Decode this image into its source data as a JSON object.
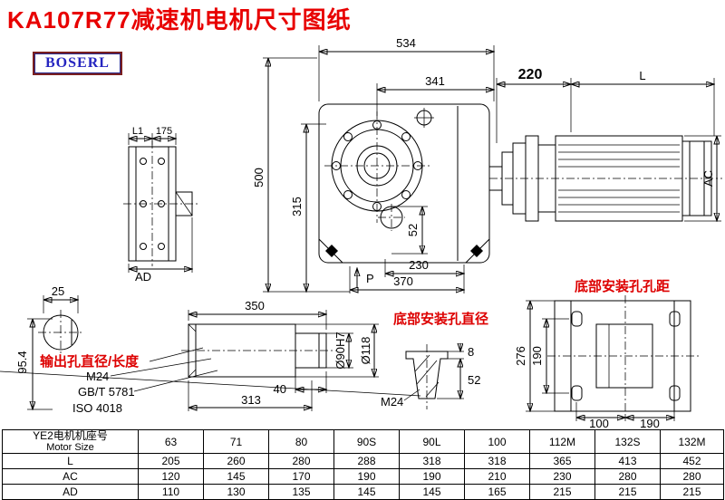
{
  "title": "KA107R77减速机电机尺寸图纸",
  "logo": "BOSERL",
  "labels": {
    "p": "P",
    "output_hole": "输出孔直径/长度",
    "m24_output": "M24",
    "std_gb": "GB/T 5781",
    "std_iso": "ISO 4018",
    "bottom_hole_dia": "底部安装孔直径",
    "m24_bottom": "M24",
    "bottom_hole_spacing": "底部安装孔孔距"
  },
  "dims": {
    "main": {
      "overall_w": "534",
      "flange_w": "341",
      "overall_h": "500",
      "center_h": "315",
      "inner": "52",
      "base_w1": "230",
      "base_w2": "370"
    },
    "motor": {
      "front": "220",
      "length": "L",
      "diameter": "AC"
    },
    "side_view": {
      "l1": "L1",
      "w175": "175",
      "ad": "AD"
    },
    "shaft_end": {
      "key_w": "25",
      "len": "95.4"
    },
    "shaft": {
      "len": "350",
      "end_len": "40",
      "body_len": "313",
      "bore": "Ø90H7",
      "od": "Ø118"
    },
    "hole": {
      "depth1": "8",
      "depth2": "52"
    },
    "bottom": {
      "h276": "276",
      "v190": "190",
      "s100": "100",
      "s190": "190"
    }
  },
  "table": {
    "header": {
      "title_cn": "YE2电机机座号",
      "title_en": "Motor Size",
      "sizes": [
        "63",
        "71",
        "80",
        "90S",
        "90L",
        "100",
        "112M",
        "132S",
        "132M"
      ]
    },
    "rows": [
      {
        "label": "L",
        "values": [
          "205",
          "260",
          "280",
          "288",
          "318",
          "318",
          "365",
          "413",
          "452"
        ]
      },
      {
        "label": "AC",
        "values": [
          "120",
          "145",
          "170",
          "190",
          "190",
          "210",
          "230",
          "280",
          "280"
        ]
      },
      {
        "label": "AD",
        "values": [
          "110",
          "130",
          "135",
          "145",
          "145",
          "165",
          "215",
          "215",
          "215"
        ]
      }
    ]
  },
  "colors": {
    "title_red": "#e80000",
    "label_red": "#dd0000",
    "logo_blue": "#2525c0",
    "line": "#000000"
  }
}
